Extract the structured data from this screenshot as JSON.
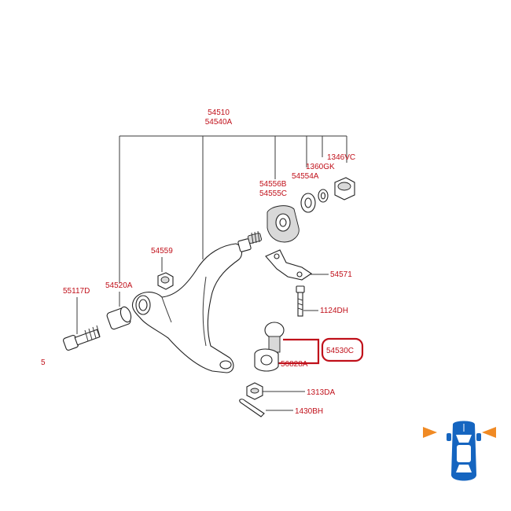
{
  "diagram": {
    "part_labels": [
      {
        "id": "p54510",
        "text": "54510"
      },
      {
        "id": "p54540A",
        "text": "54540A"
      },
      {
        "id": "p1346VC",
        "text": "1346VC"
      },
      {
        "id": "p1360GK",
        "text": "1360GK"
      },
      {
        "id": "p54554A",
        "text": "54554A"
      },
      {
        "id": "p54556B",
        "text": "54556B"
      },
      {
        "id": "p54555C",
        "text": "54555C"
      },
      {
        "id": "p54559",
        "text": "54559"
      },
      {
        "id": "p54571",
        "text": "54571"
      },
      {
        "id": "p55117D",
        "text": "55117D"
      },
      {
        "id": "p54520A",
        "text": "54520A"
      },
      {
        "id": "p1124DH",
        "text": "1124DH"
      },
      {
        "id": "p54530C",
        "text": "54530C"
      },
      {
        "id": "p56828A",
        "text": "56828A"
      },
      {
        "id": "p1313DA",
        "text": "1313DA"
      },
      {
        "id": "p1430BH",
        "text": "1430BH"
      }
    ],
    "highlighted_part": "54530C",
    "highlight_color": "#c0101a",
    "label_color": "#c0101a",
    "margin_mark": "5"
  },
  "position_badge": {
    "icon": "car-top-view-icon",
    "car_color": "#1565c0",
    "arrow_color": "#f08a24",
    "indicated_side": "front, both sides"
  }
}
